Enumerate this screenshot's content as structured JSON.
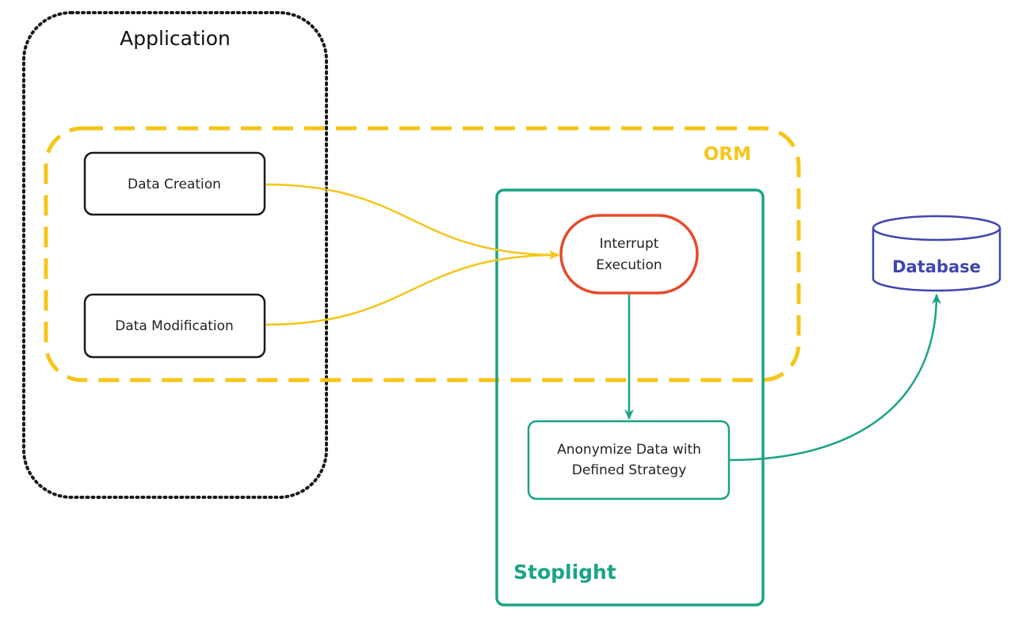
{
  "diagram": {
    "application": {
      "title": "Application",
      "data_creation": "Data Creation",
      "data_modification": "Data Modification"
    },
    "orm": {
      "title": "ORM"
    },
    "stoplight": {
      "title": "Stoplight",
      "interrupt": {
        "line1": "Interrupt",
        "line2": "Execution"
      },
      "anonymize": {
        "line1": "Anonymize Data with",
        "line2": "Defined Strategy"
      }
    },
    "database": {
      "title": "Database"
    }
  },
  "colors": {
    "application_border": "#1a1a1a",
    "orm": "#f5c518",
    "stoplight": "#1aa387",
    "interrupt_border": "#e8492a",
    "database": "#3f46ad",
    "box_border": "#1a1a1a"
  }
}
